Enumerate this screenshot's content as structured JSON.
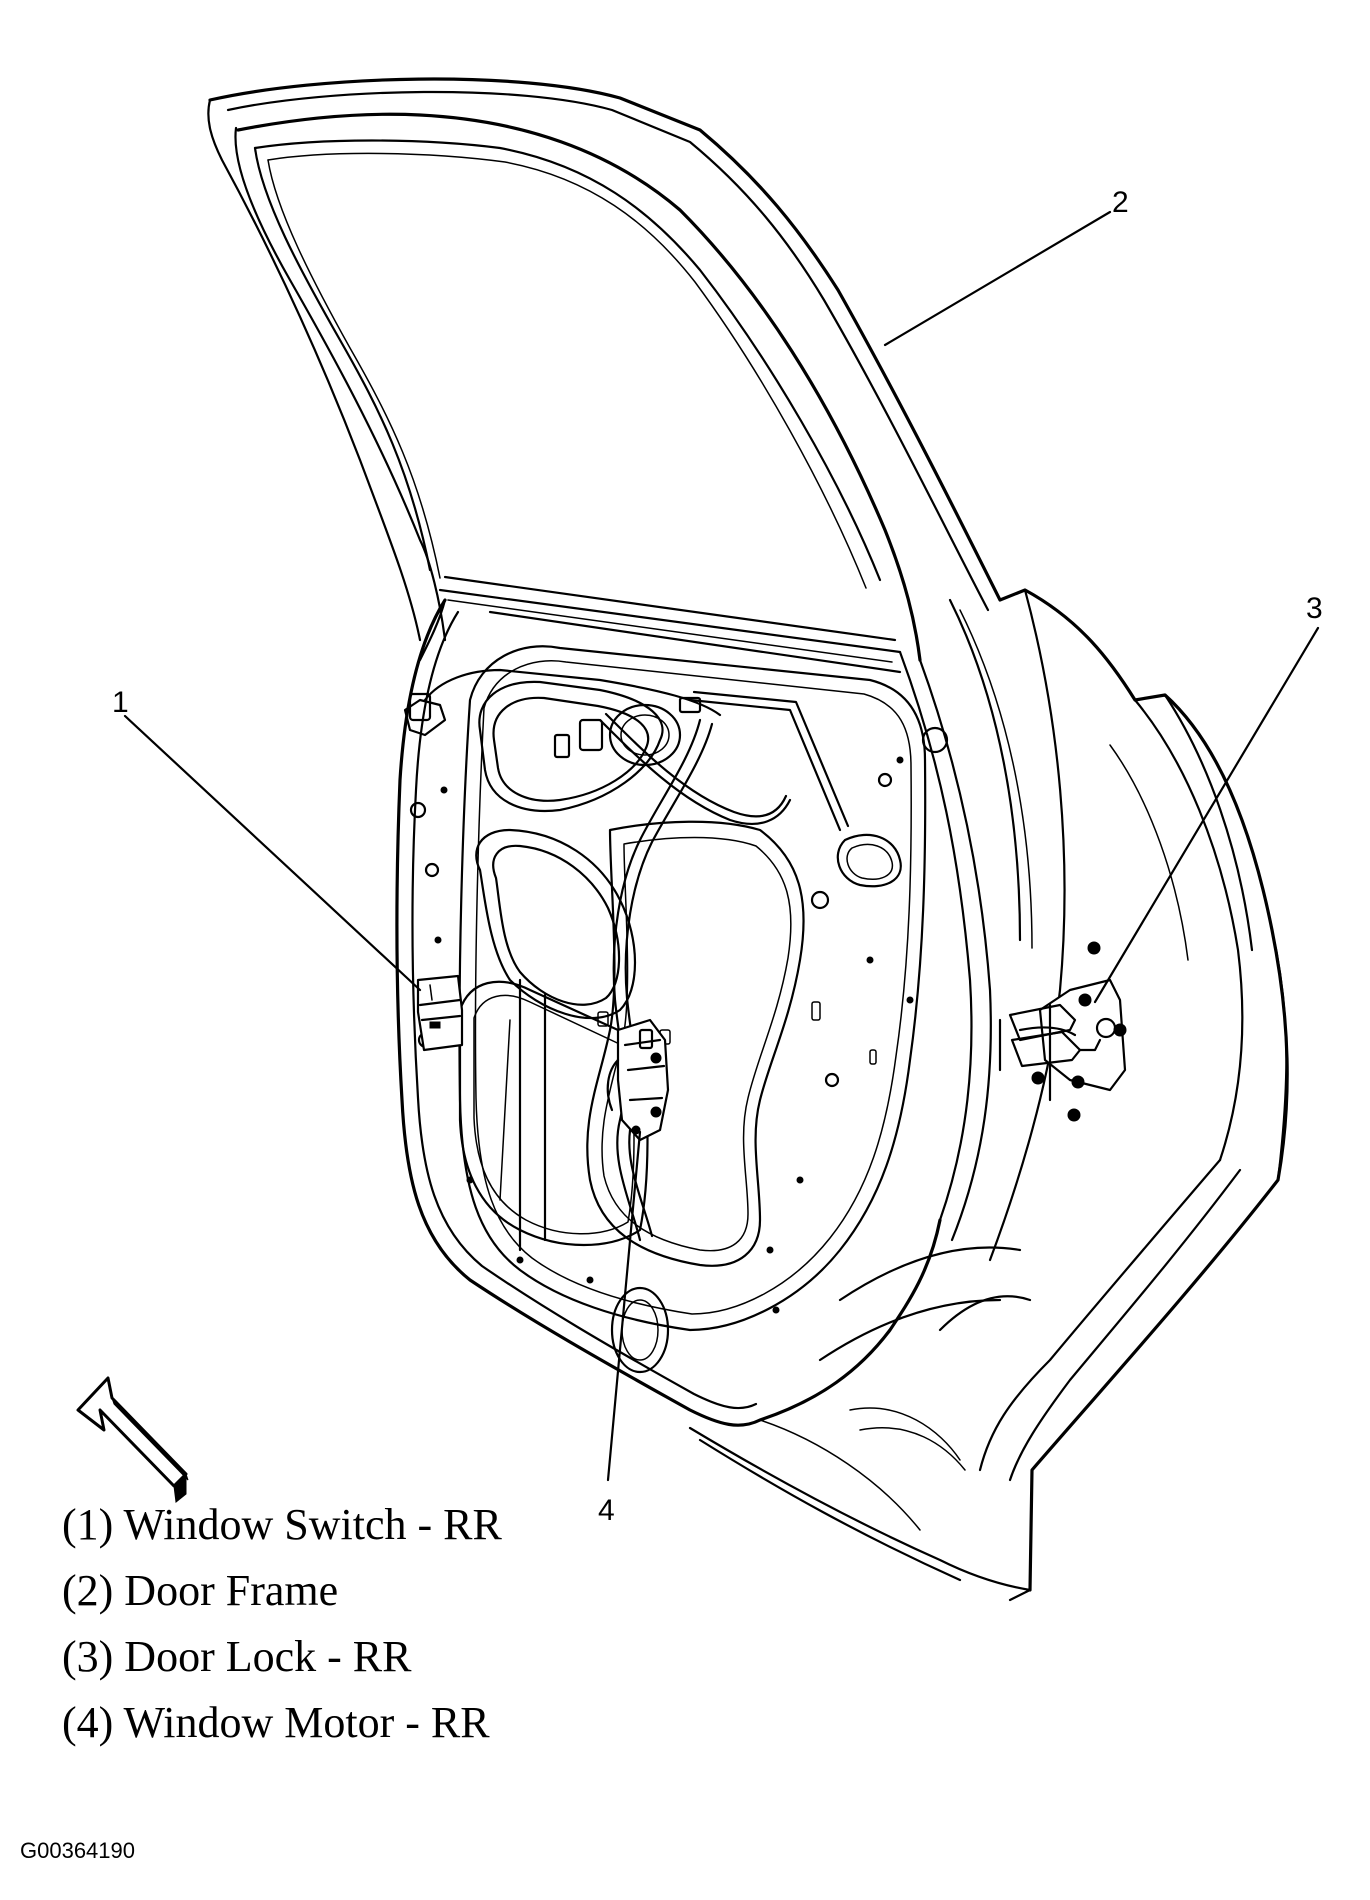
{
  "callouts": {
    "c1": "1",
    "c2": "2",
    "c3": "3",
    "c4": "4"
  },
  "legend": [
    "(1) Window Switch - RR",
    "(2) Door Frame",
    "(3) Door Lock - RR",
    "(4) Window Motor - RR"
  ],
  "figure_id": "G00364190",
  "icons": {
    "orientation_arrow": "arrow-up-left-icon"
  }
}
